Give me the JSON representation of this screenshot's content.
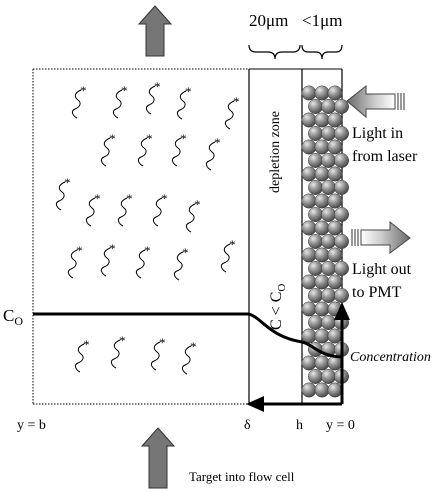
{
  "labels": {
    "width_left": "20μm",
    "width_right": "<1μm",
    "depletion_zone": "depletion zone",
    "concentration_ineq_main": "C < C",
    "concentration_ineq_sub": "O",
    "c_o_main": "C",
    "c_o_sub": "O",
    "light_in_line1": "Light in",
    "light_in_line2": "from laser",
    "light_out_line1": "Light out",
    "light_out_line2": "to PMT",
    "concentration_axis": "Concentration",
    "y_b": "y = b",
    "delta": "δ",
    "h": "h",
    "y_0": "y = 0",
    "target_flow": "Target into flow cell"
  },
  "colors": {
    "arrow_gray": "#7a7a7a",
    "bead_gray": "#8a8a8a",
    "line": "#000000"
  },
  "icons": {
    "flow_in": "up-arrow-icon",
    "flow_out": "up-arrow-icon",
    "light_in": "left-arrow-icon",
    "light_out": "right-arrow-icon",
    "target_molecule": "squiggle-star-icon",
    "bead": "sphere-icon"
  }
}
